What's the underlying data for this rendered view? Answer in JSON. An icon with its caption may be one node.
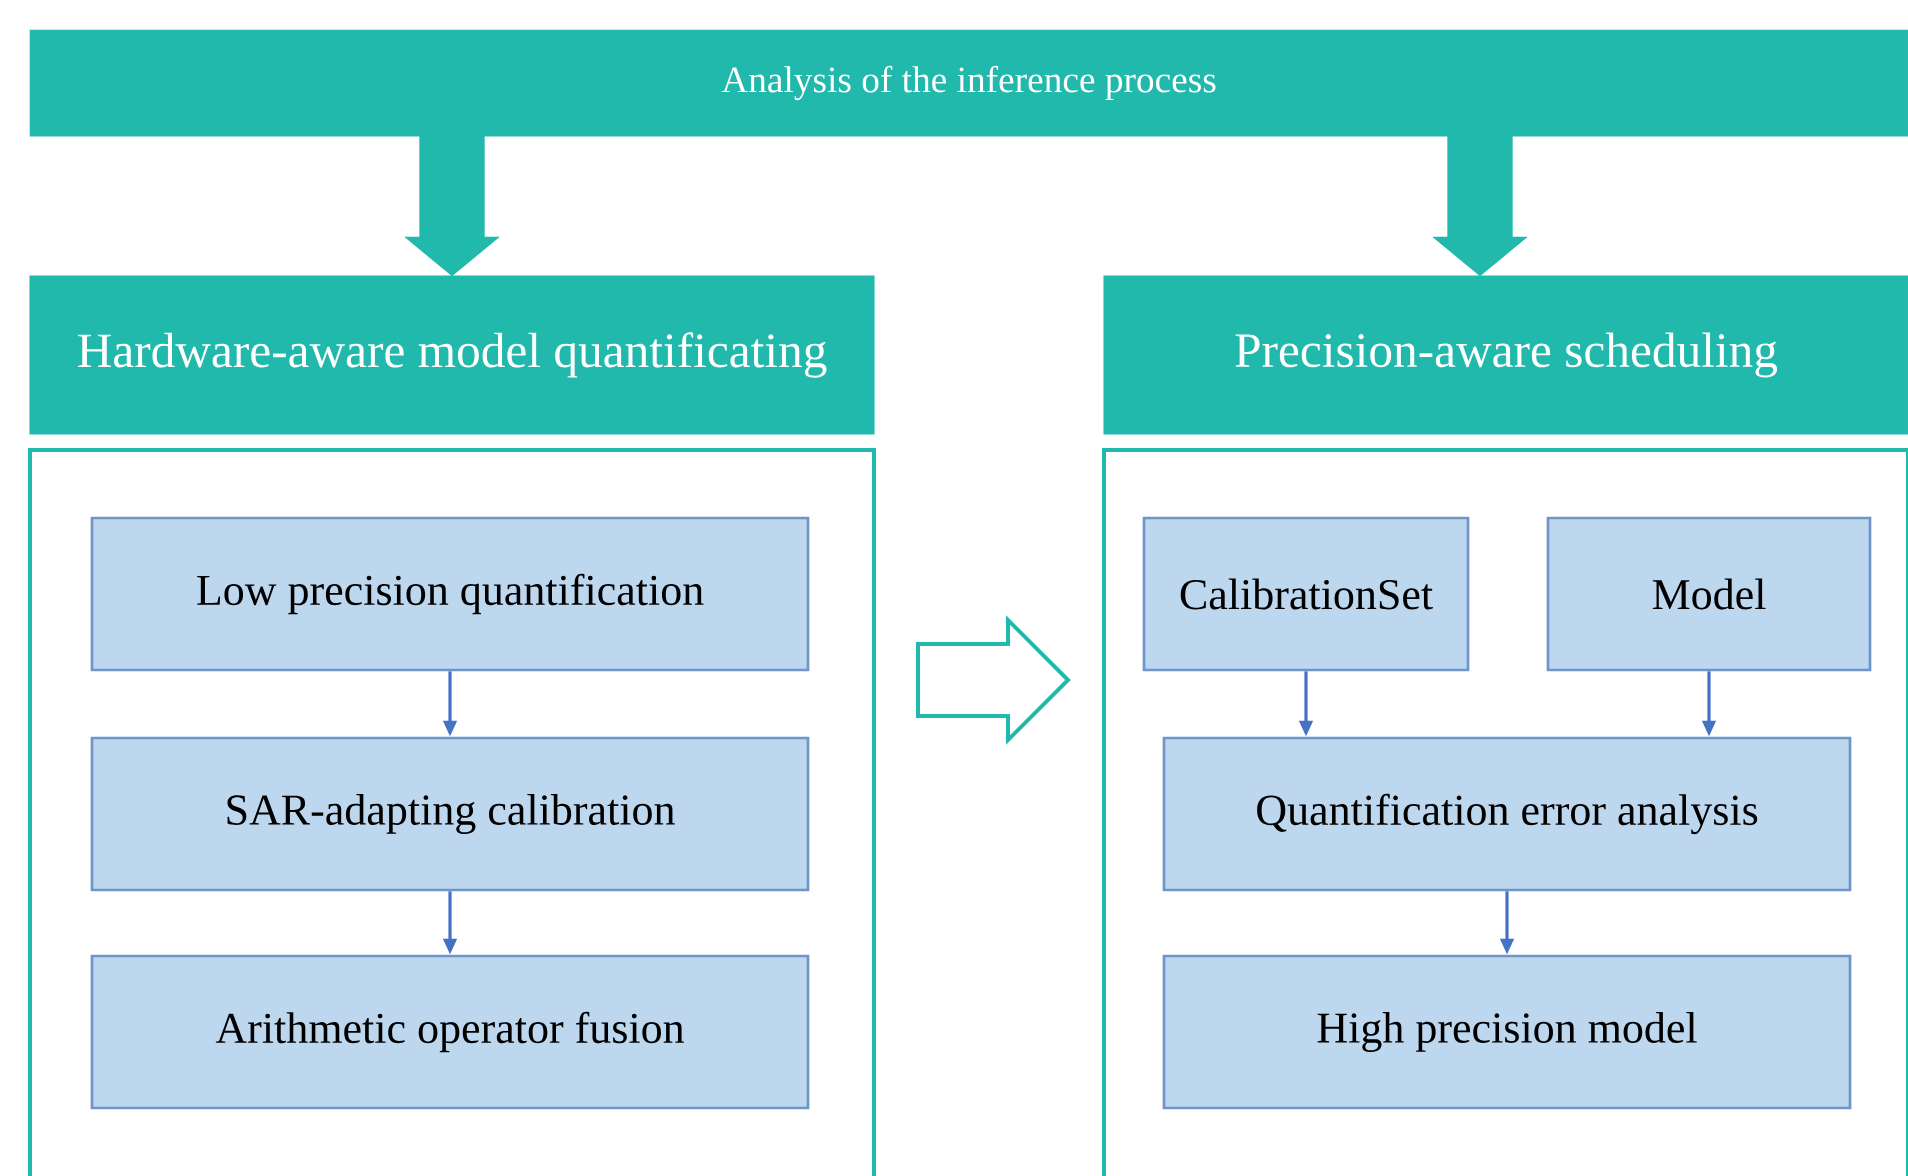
{
  "diagram": {
    "nodes": [
      {
        "text": [
          "Analysis of the inference process"
        ]
      },
      {
        "text": [
          "Hardware-aware model quantificating"
        ]
      },
      {
        "text": [
          "Precision-aware scheduling"
        ]
      },
      {
        "text": [],
        "shape": "box"
      },
      {
        "text": [],
        "shape": "box"
      },
      {
        "text": [
          "Low precision quantification"
        ],
        "in": 3
      },
      {
        "text": [
          "SAR-adapting calibration"
        ],
        "in": 3
      },
      {
        "text": [
          "Arithmetic operator fusion"
        ],
        "in": 3
      },
      {
        "text": [
          "CalibrationSet"
        ],
        "in": 4
      },
      {
        "text": [
          "Model"
        ],
        "in": 4
      },
      {
        "text": [
          "Quantification error analysis"
        ],
        "in": 4
      },
      {
        "text": [
          "High precision model"
        ],
        "in": 4
      }
    ],
    "edges": [
      {
        "from": 0,
        "to": 1,
        "arrow": "to",
        "style": "thick",
        "color": "#22b9ad"
      },
      {
        "from": 0,
        "to": 2,
        "arrow": "to",
        "style": "thick",
        "color": "#22b9ad"
      },
      {
        "from": 3,
        "to": 4,
        "arrow": "to",
        "style": "thick",
        "color": "#22b9ad"
      },
      {
        "from": 5,
        "to": 6,
        "arrow": "to"
      },
      {
        "from": 6,
        "to": 7,
        "arrow": "to"
      },
      {
        "from": 8,
        "to": 10,
        "arrow": "to"
      },
      {
        "from": 9,
        "to": 10,
        "arrow": "to"
      },
      {
        "from": 10,
        "to": 11,
        "arrow": "to"
      }
    ]
  }
}
